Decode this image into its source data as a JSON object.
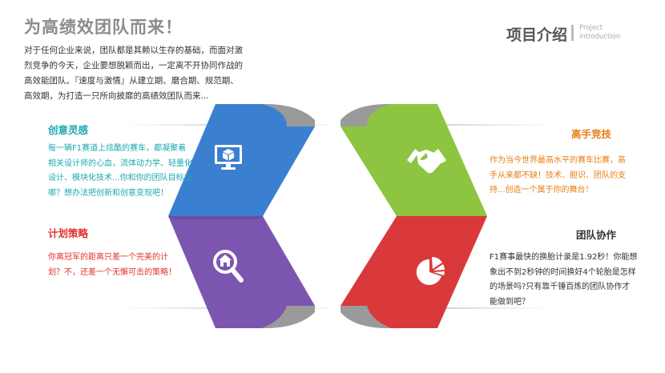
{
  "main_title": "为高绩效团队而来！",
  "intro": "对于任何企业来说，团队都是其赖以生存的基础，而面对激烈竞争的今天，企业要想脱颖而出，一定离不开协同作战的高效能团队。『速度与激情』从建立期、磨合期、规范期、高效期，为打造一只所向披靡的高绩效团队而来...",
  "project": {
    "title": "项目介绍",
    "sub1": "Project",
    "sub2": "introduction"
  },
  "sections": {
    "creative": {
      "title": "创意灵感",
      "text": "每一辆F1赛道上炫酷的赛车，都凝聚着相关设计师的心血，流体动力学、轻量化设计、模块化技术...你和你的团队目标在哪？想办法把创新和创意变现吧！"
    },
    "plan": {
      "title": "计划策略",
      "text": "你离冠军的距离只差一个完美的计划？不，还差一个无懈可击的策略！"
    },
    "master": {
      "title": "高手竞技",
      "text": "作为当今世界最高水平的赛车比赛，高手从来都不缺！技术、胆识、团队的支持...创造一个属于你的舞台！"
    },
    "team": {
      "title": "团队协作",
      "text": "F1赛事最快的换胎计录是1.92秒！你能想象出不到2秒钟的时间换好4个轮胎是怎样的场景吗?只有靠千锤百炼的团队协作才能做到吧？"
    }
  },
  "icons": [
    "monitor-cube-icon",
    "home-search-icon",
    "handshake-icon",
    "pie-chart-icon"
  ],
  "colors": {
    "blue": "#3b7fd1",
    "purple": "#7b55b0",
    "green": "#8dc540",
    "red": "#d9393a",
    "gray": "#9a9a9a"
  }
}
